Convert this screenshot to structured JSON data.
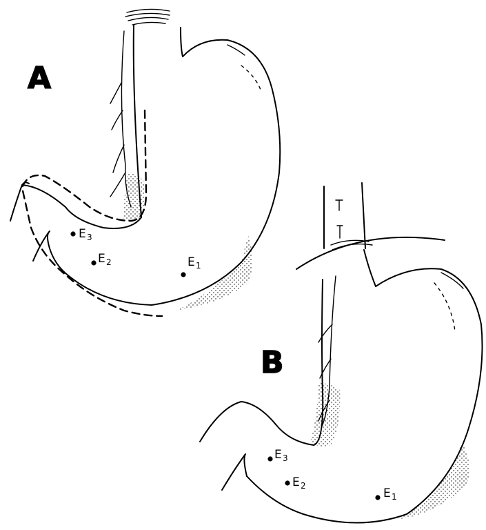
{
  "panels": [
    {
      "letter": "A",
      "electrodes": [
        {
          "label": "E",
          "sub": "3"
        },
        {
          "label": "E",
          "sub": "2"
        },
        {
          "label": "E",
          "sub": "1"
        }
      ]
    },
    {
      "letter": "B",
      "electrodes": [
        {
          "label": "E",
          "sub": "3"
        },
        {
          "label": "E",
          "sub": "2"
        },
        {
          "label": "E",
          "sub": "1"
        }
      ]
    }
  ],
  "colors": {
    "ink": "#000000",
    "background": "#ffffff"
  }
}
